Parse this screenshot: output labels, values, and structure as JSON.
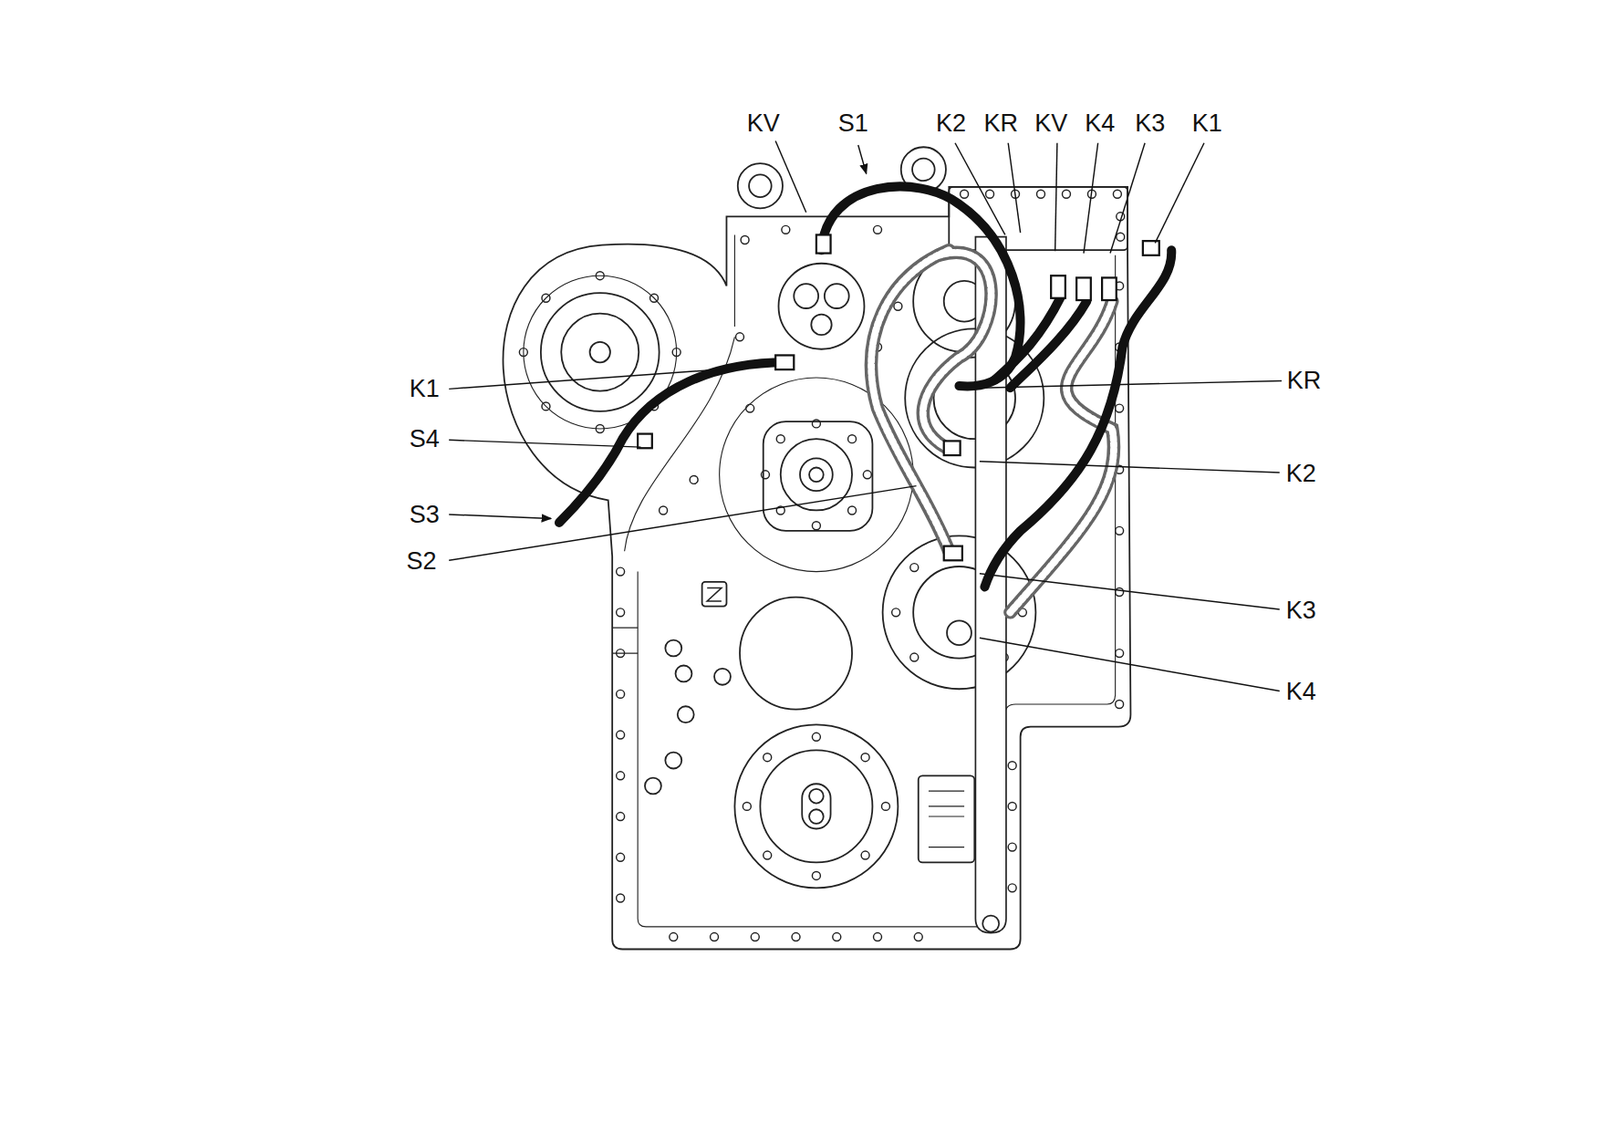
{
  "diagram": {
    "labels": [
      "KV",
      "S1",
      "K2",
      "KR",
      "KV",
      "K4",
      "K3",
      "K1",
      "K1",
      "S4",
      "S3",
      "S2",
      "KR",
      "K2",
      "K3",
      "K4"
    ]
  }
}
